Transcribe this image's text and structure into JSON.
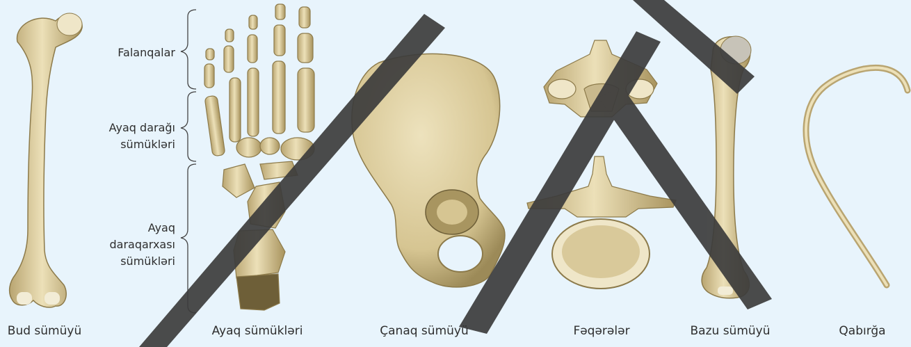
{
  "captions": {
    "femur": "Bud sümüyü",
    "foot": "Ayaq sümükləri",
    "pelvis": "Çanaq sümüyü",
    "vertebrae": "Fəqərələr",
    "humerus": "Bazu sümüyü",
    "rib": "Qabırğa"
  },
  "foot_labels": {
    "phalanges": "Falanqalar",
    "metatarsals_line1": "Ayaq darağı",
    "metatarsals_line2": "sümükləri",
    "tarsals_line1": "Ayaq",
    "tarsals_line2": "daraqarxası",
    "tarsals_line3": "sümükləri"
  },
  "colors": {
    "background": "#e8f4fc",
    "bone": "#e2d3a5",
    "bone_shade": "#b9a571",
    "bone_dark": "#8c7a4a",
    "watermark": "#3c3c3c"
  }
}
